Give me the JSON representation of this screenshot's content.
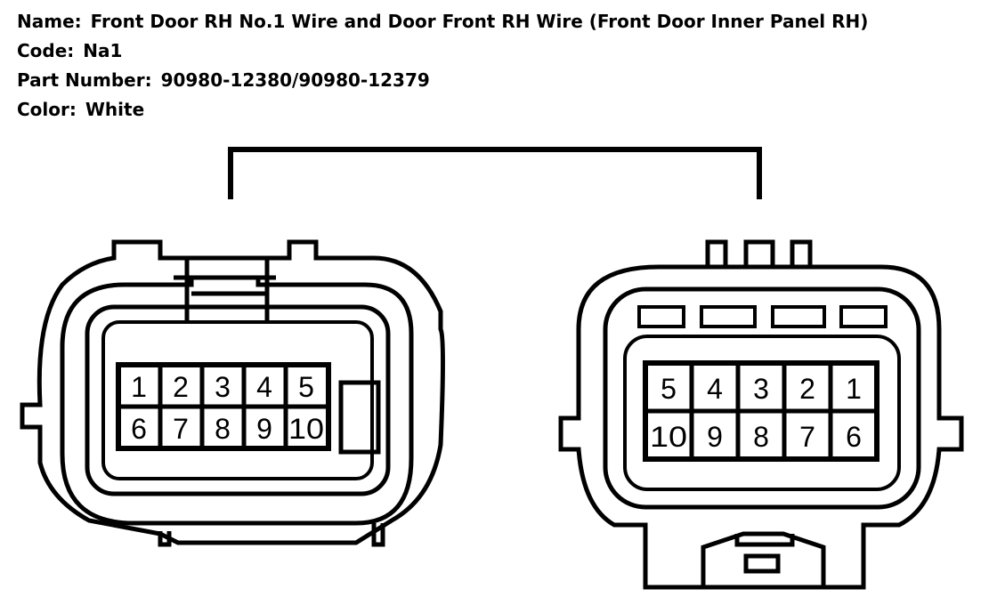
{
  "header": {
    "name_label": "Name:",
    "name_value": "Front Door RH No.1 Wire and Door Front RH Wire (Front Door Inner Panel RH)",
    "code_label": "Code:",
    "code_value": "Na1",
    "part_label": "Part Number:",
    "part_value": "90980-12380/90980-12379",
    "color_label": "Color:",
    "color_value": "White"
  },
  "left_connector": {
    "row1": [
      "1",
      "2",
      "3",
      "4",
      "5"
    ],
    "row2": [
      "6",
      "7",
      "8",
      "9",
      "10"
    ]
  },
  "right_connector": {
    "row1": [
      "5",
      "4",
      "3",
      "2",
      "1"
    ],
    "row2": [
      "10",
      "9",
      "8",
      "7",
      "6"
    ]
  }
}
